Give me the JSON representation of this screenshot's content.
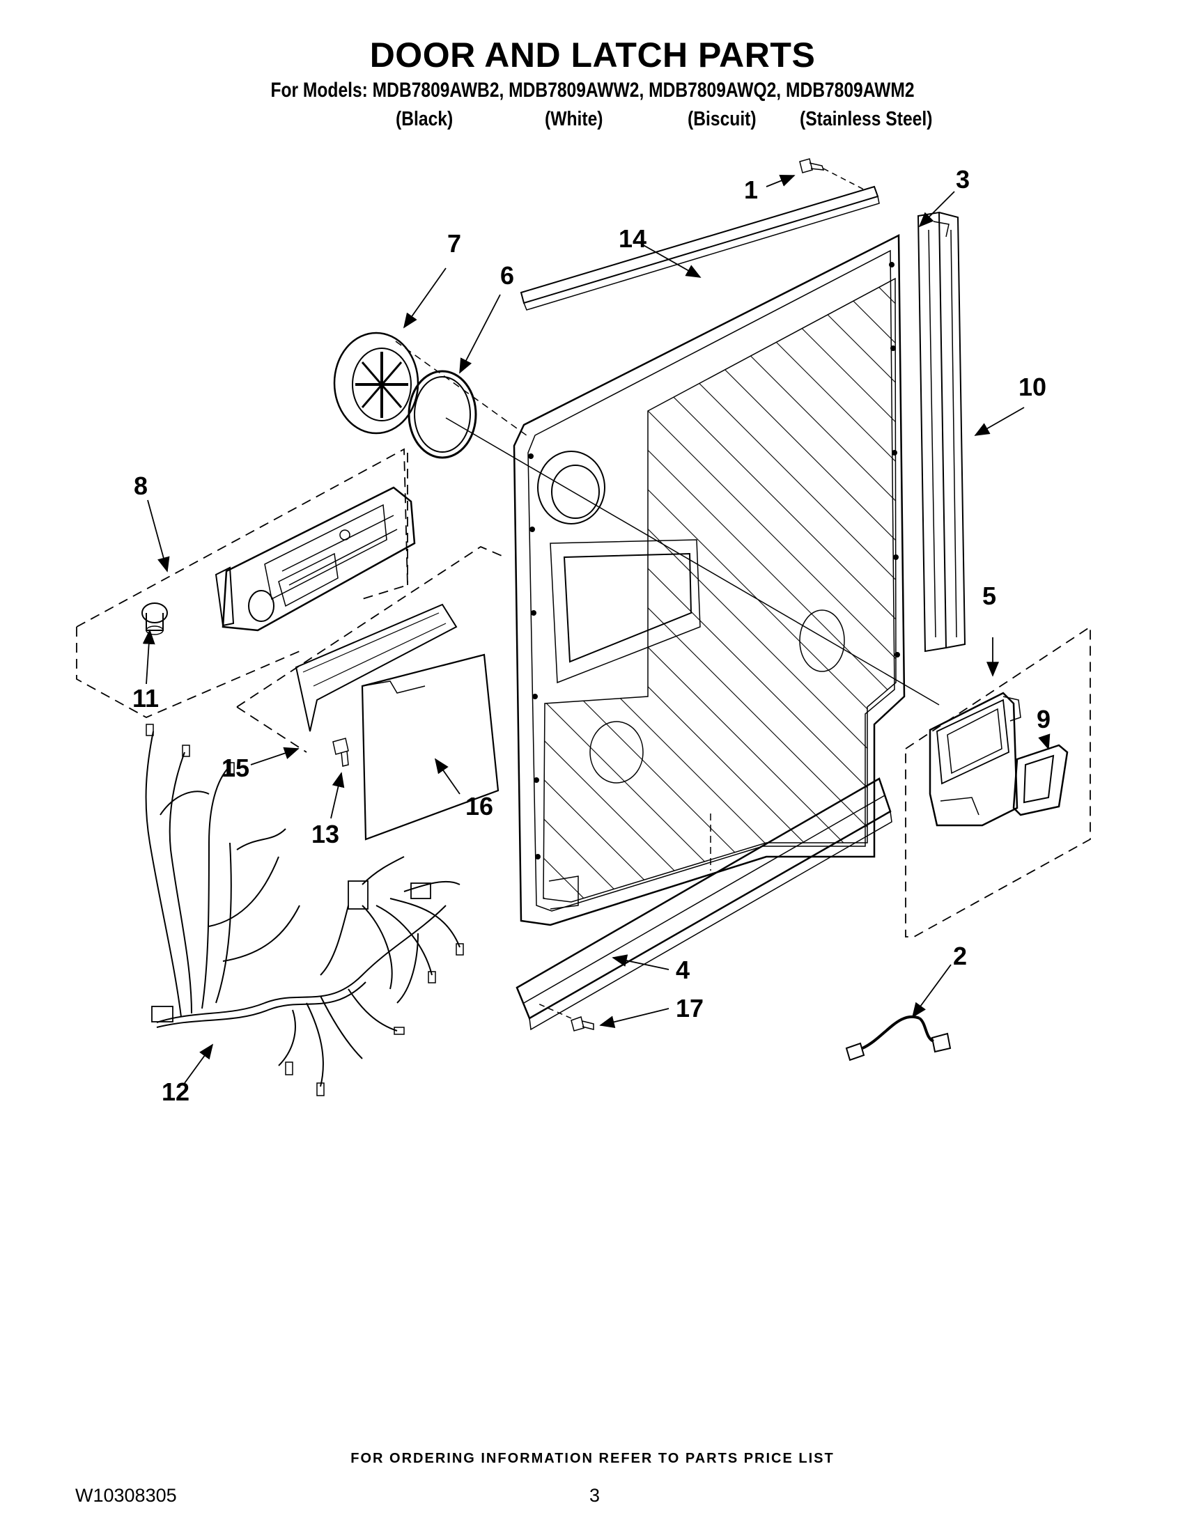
{
  "page": {
    "title": "DOOR AND LATCH PARTS",
    "models_line": "For Models: MDB7809AWB2, MDB7809AWW2, MDB7809AWQ2, MDB7809AWM2",
    "finishes": [
      "(Black)",
      "(White)",
      "(Biscuit)",
      "(Stainless Steel)"
    ],
    "footer": "FOR ORDERING INFORMATION REFER TO PARTS PRICE LIST",
    "doc_number": "W10308305",
    "page_number": "3"
  },
  "callouts": [
    "1",
    "2",
    "3",
    "4",
    "5",
    "6",
    "7",
    "8",
    "9",
    "10",
    "11",
    "12",
    "13",
    "14",
    "15",
    "16",
    "17"
  ]
}
